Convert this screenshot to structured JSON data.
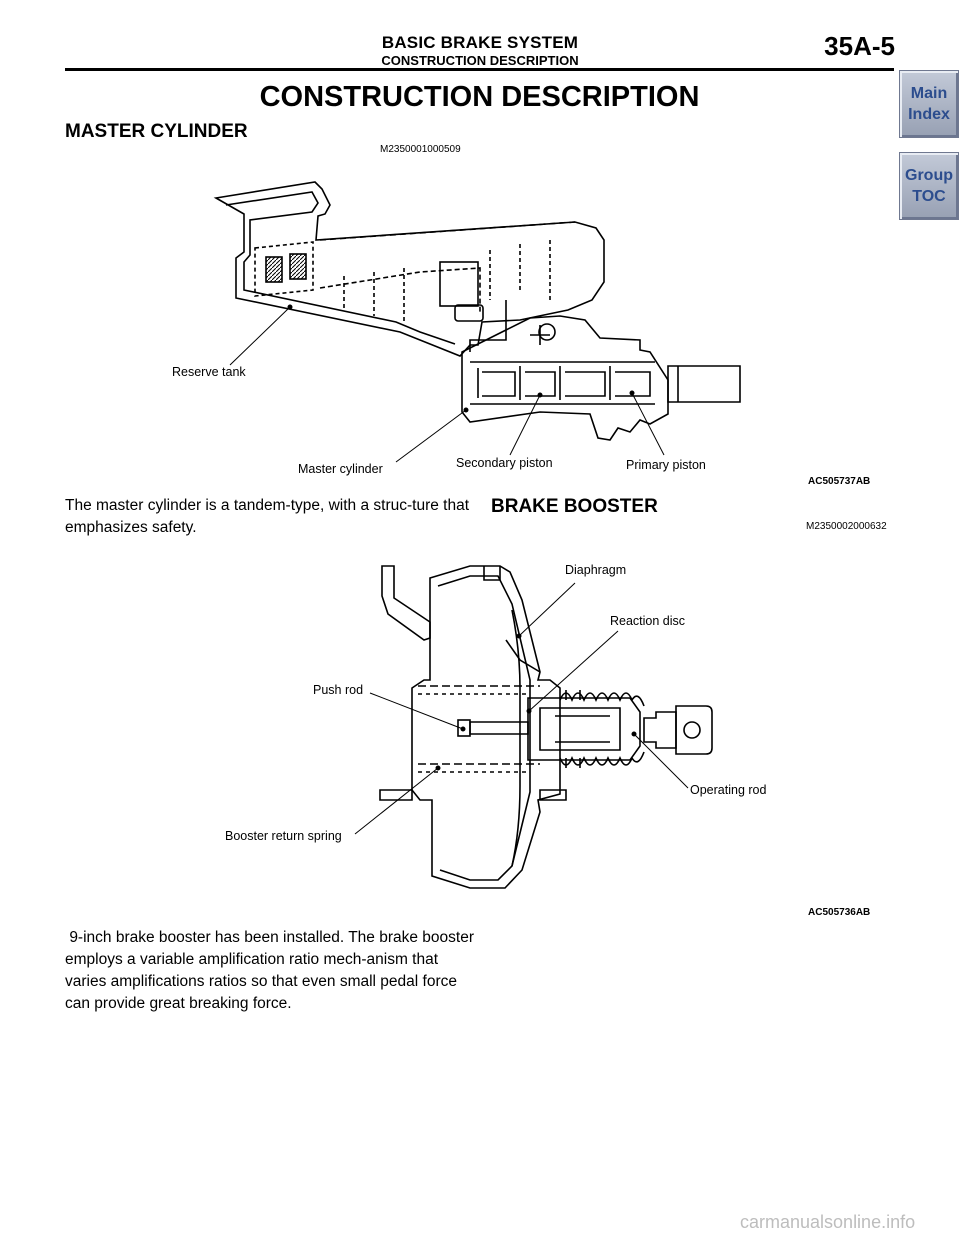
{
  "header": {
    "title": "BASIC BRAKE SYSTEM",
    "subtitle": "CONSTRUCTION DESCRIPTION",
    "page_number": "35A-5"
  },
  "nav": {
    "main_index": [
      "Main",
      "Index"
    ],
    "group_toc": [
      "Group",
      "TOC"
    ]
  },
  "page_title": "CONSTRUCTION DESCRIPTION",
  "master_cylinder": {
    "heading": "MASTER CYLINDER",
    "code": "M2350001000509",
    "figure": {
      "labels": {
        "reserve_tank": "Reserve tank",
        "master_cylinder": "Master cylinder",
        "secondary_piston": "Secondary piston",
        "primary_piston": "Primary piston"
      },
      "code": "AC505737AB"
    },
    "text": "The master cylinder is a tandem-type, with a struc-ture that emphasizes safety."
  },
  "brake_booster": {
    "heading": "BRAKE BOOSTER",
    "code": "M2350002000632",
    "figure": {
      "labels": {
        "diaphragm": "Diaphragm",
        "reaction_disc": "Reaction disc",
        "push_rod": "Push rod",
        "operating_rod": "Operating rod",
        "booster_return_spring": "Booster return spring"
      },
      "code": "AC505736AB"
    },
    "text": " 9-inch brake booster has been installed. The brake booster employs a variable amplification ratio mech-anism that varies amplifications ratios so that even small pedal force can provide great breaking force."
  },
  "footer": {
    "watermark": "carmanualsonline.info"
  }
}
